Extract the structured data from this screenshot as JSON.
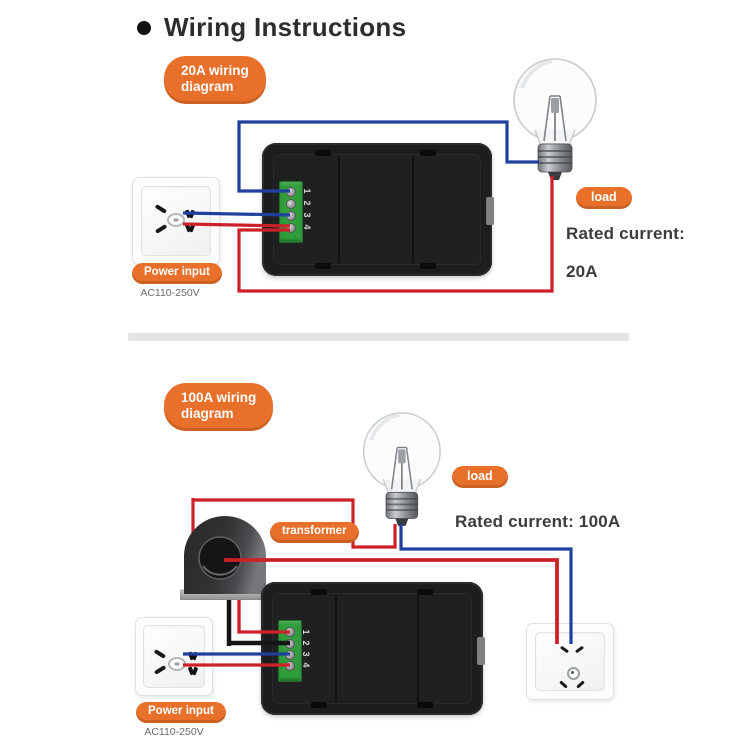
{
  "colors": {
    "accent": "#e8702b",
    "wire_red": "#cd2129",
    "wire_blue": "#20409f",
    "wire_black": "#141416",
    "device": "#1d1d20",
    "green": "#2f9e3b"
  },
  "header": {
    "title": "Wiring Instructions"
  },
  "diagram_20a": {
    "badge_line1": "20A wiring",
    "badge_line2": "diagram",
    "power_input": {
      "label": "Power input",
      "voltage": "AC110-250V"
    },
    "load_label": "load",
    "rated_current_label": "Rated current:",
    "rated_current_value": "20A",
    "terminals": [
      "1",
      "2",
      "3",
      "4"
    ]
  },
  "diagram_100a": {
    "badge_line1": "100A wiring",
    "badge_line2": "diagram",
    "transformer_label": "transformer",
    "power_input": {
      "label": "Power input",
      "voltage": "AC110-250V"
    },
    "load_label": "load",
    "rated_current_text": "Rated current: 100A",
    "terminals": [
      "1",
      "2",
      "3",
      "4"
    ]
  }
}
